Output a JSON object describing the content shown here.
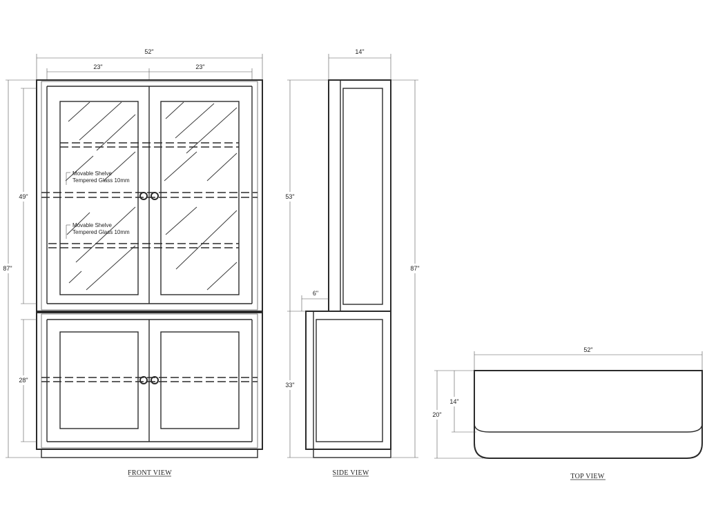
{
  "front_view": {
    "caption": "FRONT VIEW",
    "dims": {
      "overall_width": "52\"",
      "door_left_width": "23\"",
      "door_right_width": "23\"",
      "upper_height": "49\"",
      "overall_height": "87\"",
      "lower_height": "28\""
    },
    "notes": [
      {
        "line1": "Movable Shelve",
        "line2": "Tempered Glass 10mm"
      },
      {
        "line1": "Movable Shelve",
        "line2": "Tempered Glass 10mm"
      }
    ]
  },
  "side_view": {
    "caption": "SIDE VIEW",
    "dims": {
      "top_depth": "14\"",
      "upper_height": "53\"",
      "overall_height": "87\"",
      "step_depth": "6\"",
      "lower_height": "33\""
    }
  },
  "top_view": {
    "caption": "TOP VIEW",
    "dims": {
      "width": "52\"",
      "upper_depth": "14\"",
      "overall_depth": "20\""
    }
  }
}
